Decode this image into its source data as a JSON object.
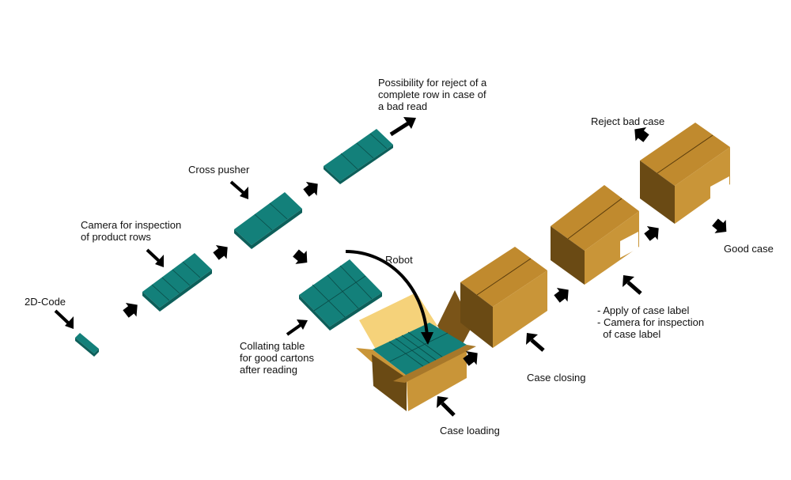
{
  "title": "Carton serialization and case packing line",
  "colors": {
    "product_top": "#13807a",
    "product_side": "#0d5f5a",
    "product_line": "#0a4a46",
    "box_top": "#c08a2e",
    "box_front": "#c99538",
    "box_side": "#6a4a14",
    "flap_light": "#f5d27a",
    "arrow": "#000000",
    "label_patch": "#ffffff"
  },
  "labels": {
    "code_2d": "2D-Code",
    "camera_rows": "Camera for inspection\nof product rows",
    "cross_pusher": "Cross pusher",
    "reject_row": "Possibility for reject of a\ncomplete row in case of\na bad read",
    "robot": "Robot",
    "collating_table": "Collating table\nfor good cartons\nafter reading",
    "case_loading": "Case loading",
    "case_closing": "Case closing",
    "case_label": "- Apply of case label\n- Camera for inspection\n  of case label",
    "reject_case": "Reject bad case",
    "good_case": "Good case"
  },
  "stations": [
    {
      "id": "single-carton",
      "type": "product",
      "name": "Single carton with 2D-Code"
    },
    {
      "id": "product-row-inspection",
      "type": "product",
      "name": "Product row under camera"
    },
    {
      "id": "cross-pusher-row",
      "type": "product",
      "name": "Row at cross pusher"
    },
    {
      "id": "reject-row",
      "type": "product",
      "name": "Rejected row"
    },
    {
      "id": "collating-table",
      "type": "product",
      "name": "Collating table"
    },
    {
      "id": "case-loading",
      "type": "open-box",
      "name": "Case loading"
    },
    {
      "id": "case-closing",
      "type": "box",
      "name": "Case closing"
    },
    {
      "id": "case-labeling",
      "type": "box-labeled",
      "name": "Case labeling"
    },
    {
      "id": "case-sorting",
      "type": "box-labeled",
      "name": "Case sorting"
    }
  ]
}
